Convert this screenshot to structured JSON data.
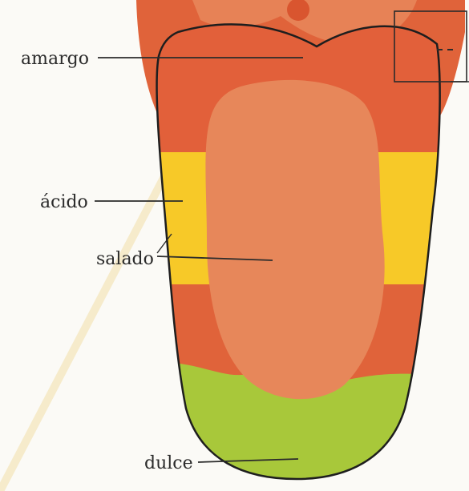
{
  "diagram": {
    "labels": {
      "bitter": "amargo",
      "sour": "ácido",
      "salty": "salado",
      "sweet": "dulce"
    },
    "zone_colors": {
      "bitter": "#e2603a",
      "sour": "#f7c928",
      "salty": "#e7875a",
      "sweet": "#a8c83a",
      "mid_band": "#e0633a"
    },
    "icons": [
      "tongue-illustration",
      "inset-box"
    ]
  }
}
